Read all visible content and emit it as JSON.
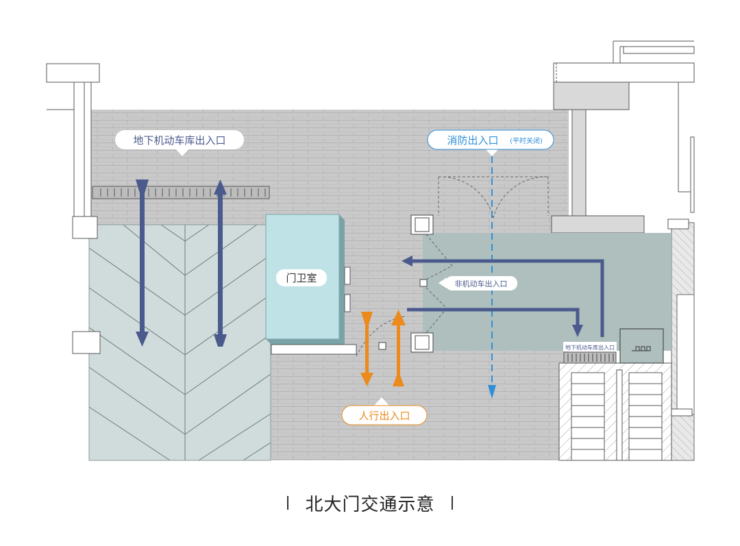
{
  "labels": {
    "underground_garage": "地下机动车库出入口",
    "fire_access": "消防出入口",
    "fire_access_note": "(平时关闭)",
    "guard_room": "门卫室",
    "non_motor": "非机动车出入口",
    "underground_garage_small": "地下机动车库出入口",
    "pedestrian": "人行出入口"
  },
  "caption": "北大门交通示意",
  "colors": {
    "paving": "#c9c9ca",
    "paving_line": "#b4b4b6",
    "lawn": "#cfdcdb",
    "guard_room": "#bfe2e6",
    "courtyard": "#aebfbe",
    "vehicle_arrow": "#4b5a8c",
    "pedestrian_arrow": "#ec8a1c",
    "fire_line": "#2f8fd8",
    "structure": "#e0e0e0"
  }
}
